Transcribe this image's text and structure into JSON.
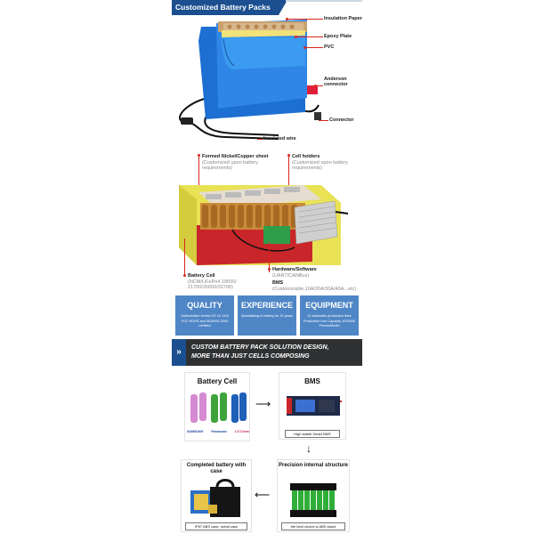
{
  "header": {
    "title": "Customized Battery Packs"
  },
  "diagram_top": {
    "labels": {
      "insulation_paper": "Insulation Paper",
      "epoxy_plate": "Epoxy Plate",
      "pvc": "PVC",
      "anderson": "Anderson connector",
      "connector": "Connector",
      "insulated_wire": "Insulated wire"
    }
  },
  "diagram_mid": {
    "nickel": {
      "title": "Formed Nickel/Copper sheet",
      "sub": "(Customized upon battery requirements)"
    },
    "holders": {
      "title": "Cell holders",
      "sub": "(Customized upon battery requirements)"
    },
    "cell": {
      "title": "Battery Cell",
      "sub": "(NCM/LiFePo4 18650/ 21700/26650/32700)"
    },
    "hardware": {
      "title": "Hardware/Software",
      "sub": "(UART/CANBus)"
    },
    "bms": {
      "title": "BMS",
      "sub": "(Customizable,10A/20A/30A/40A...etc)"
    }
  },
  "quality": [
    {
      "title": "QUALITY",
      "desc": "Authoritative review CE UL 3C8 FCC ROHS and ISO9001:2000 certified"
    },
    {
      "title": "EXPERIENCE",
      "desc": "Specializing in battery for 12 years"
    },
    {
      "title": "EQUIPMENT",
      "desc": "12 automatic production lines Production Line Capacity 1000000 Pieces/Month"
    }
  ],
  "banner": {
    "chevron": "»",
    "line1": "CUSTOM BATTERY PACK SOLUTION DESIGN,",
    "line2": "MORE THAN JUST CELLS COMPOSING"
  },
  "flow": {
    "battery_cell": {
      "title": "Battery Cell",
      "brands": [
        "SAMSUNG",
        "Panasonic",
        "LG Chem"
      ]
    },
    "bms": {
      "title": "BMS",
      "caption": "High stable Smart BMS"
    },
    "structure": {
      "title": "Precision internal structure",
      "caption": "the best choice is ABS stand"
    },
    "completed": {
      "title": "Completed battery with case",
      "caption": "IP67 ABS case, metal case"
    }
  },
  "colors": {
    "brand_blue": "#1b4f8f",
    "box_blue": "#4f86c6",
    "leader_red": "#d9251d",
    "banner_dark": "#2f3133"
  }
}
